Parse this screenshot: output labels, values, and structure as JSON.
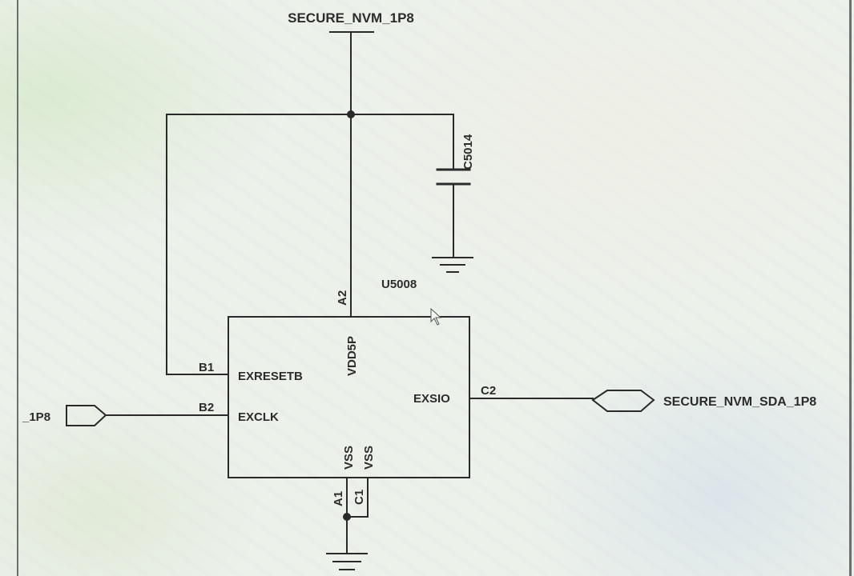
{
  "power_net": {
    "label": "SECURE_NVM_1P8"
  },
  "capacitor": {
    "ref": "C5014"
  },
  "chip": {
    "ref": "U5008",
    "pins": {
      "a2": {
        "number": "A2",
        "name": "VDD5P"
      },
      "b1": {
        "number": "B1",
        "name": "EXRESETB"
      },
      "b2": {
        "number": "B2",
        "name": "EXCLK"
      },
      "c2": {
        "number": "C2",
        "name": "EXSIO"
      },
      "a1": {
        "number": "A1",
        "name": "VSS"
      },
      "c1": {
        "number": "C1",
        "name": "VSS"
      }
    }
  },
  "ports": {
    "left": {
      "label": "_1P8"
    },
    "right": {
      "label": "SECURE_NVM_SDA_1P8"
    }
  },
  "colors": {
    "wire": "#2a2a2a",
    "background": "#ecf1ea"
  }
}
